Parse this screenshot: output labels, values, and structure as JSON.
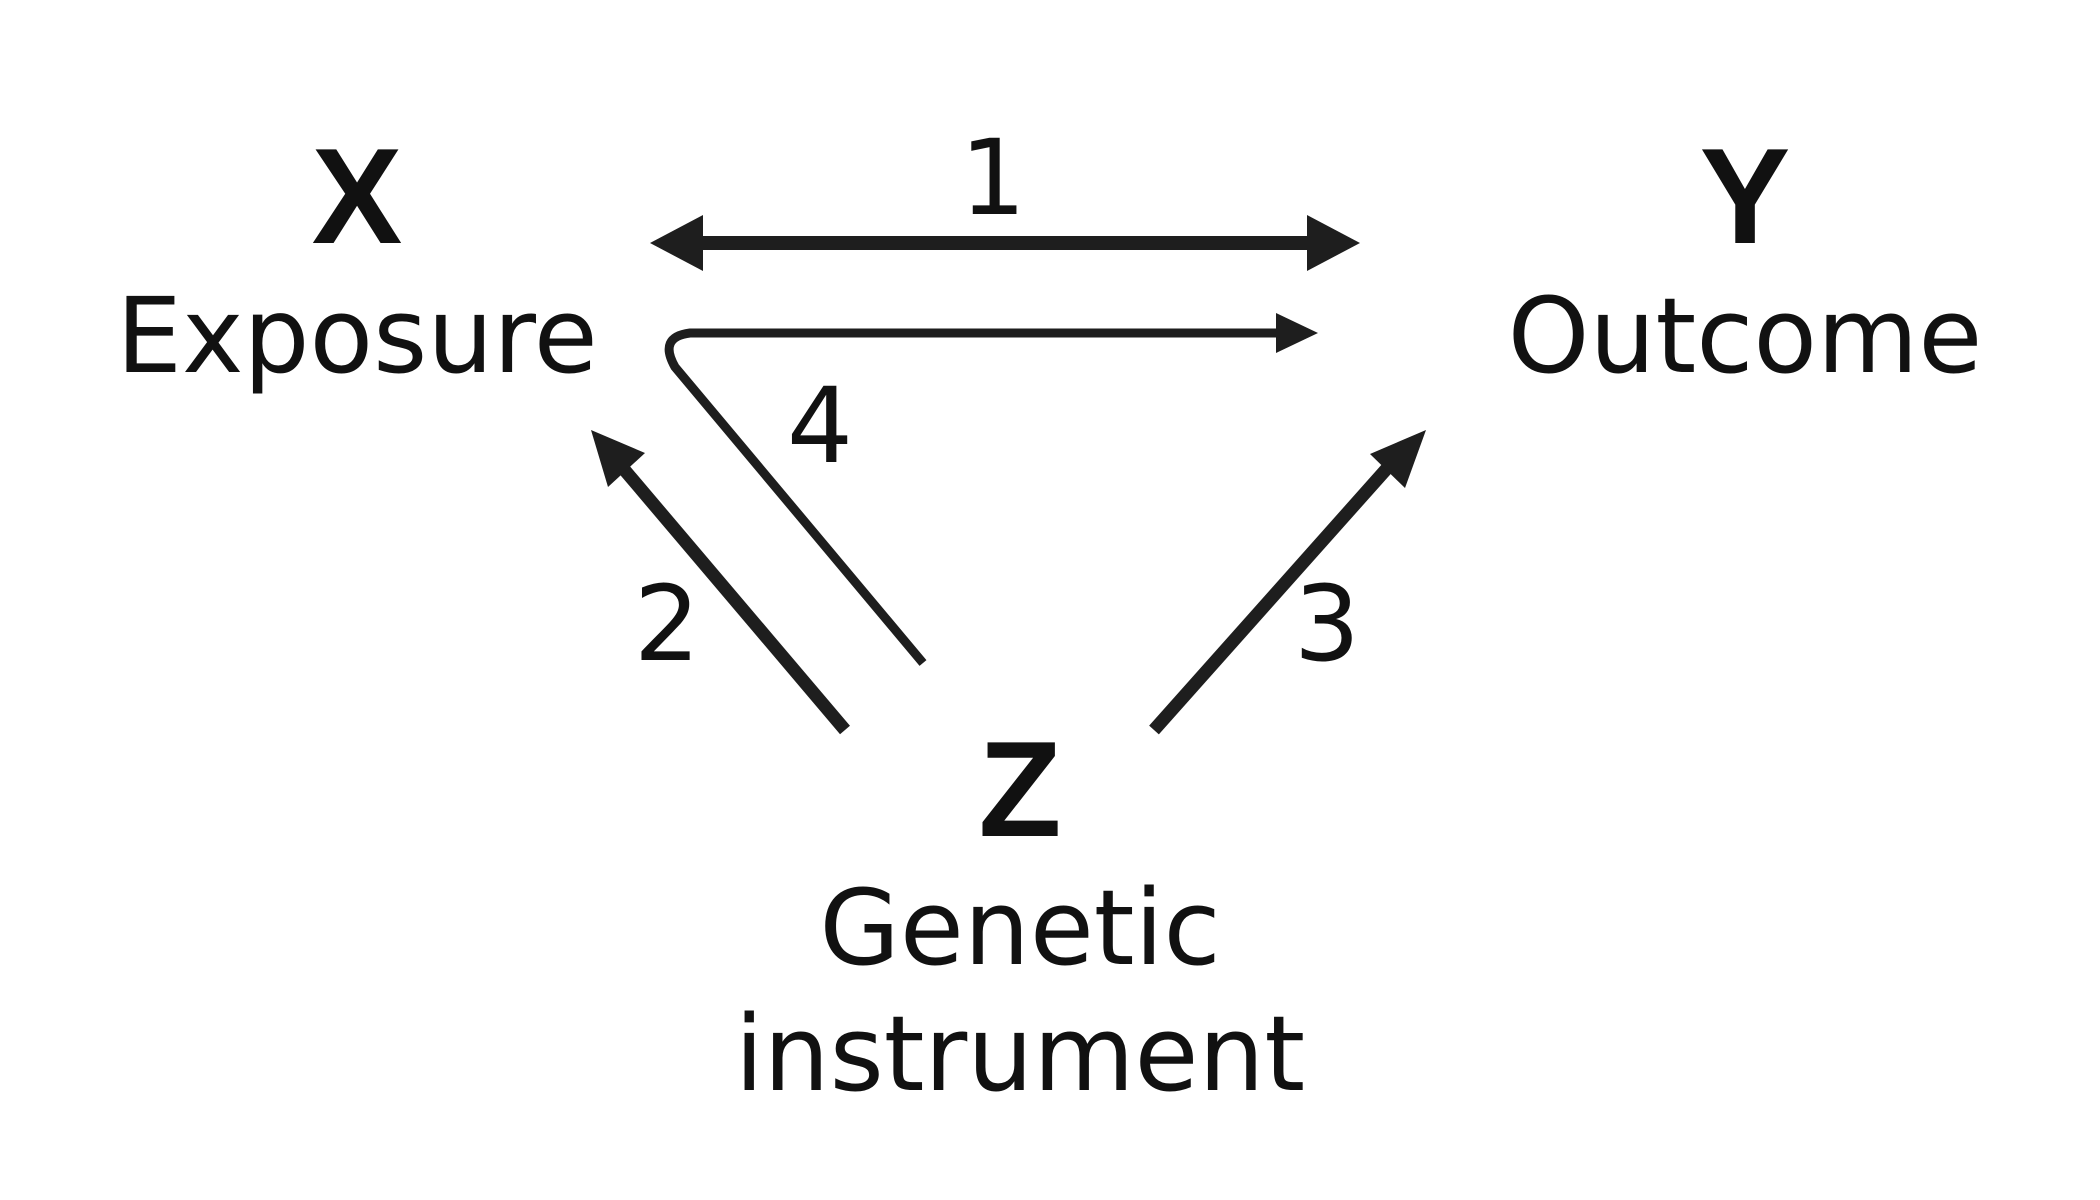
{
  "nodes": {
    "x": {
      "symbol": "X",
      "label": "Exposure"
    },
    "y": {
      "symbol": "Y",
      "label": "Outcome"
    },
    "z": {
      "symbol": "Z",
      "label_line1": "Genetic",
      "label_line2": "instrument"
    }
  },
  "paths": {
    "p1": {
      "number": "1",
      "from": "X",
      "to": "Y",
      "style": "bidirectional"
    },
    "p2": {
      "number": "2",
      "from": "Z",
      "to": "X",
      "style": "directed"
    },
    "p3": {
      "number": "3",
      "from": "Z",
      "to": "Y",
      "style": "directed"
    },
    "p4": {
      "number": "4",
      "from": "Z",
      "to": "Y",
      "via": "X",
      "style": "directed-bent"
    }
  },
  "colors": {
    "ink": "#1e1e1e",
    "text": "#111111",
    "background": "#ffffff"
  }
}
